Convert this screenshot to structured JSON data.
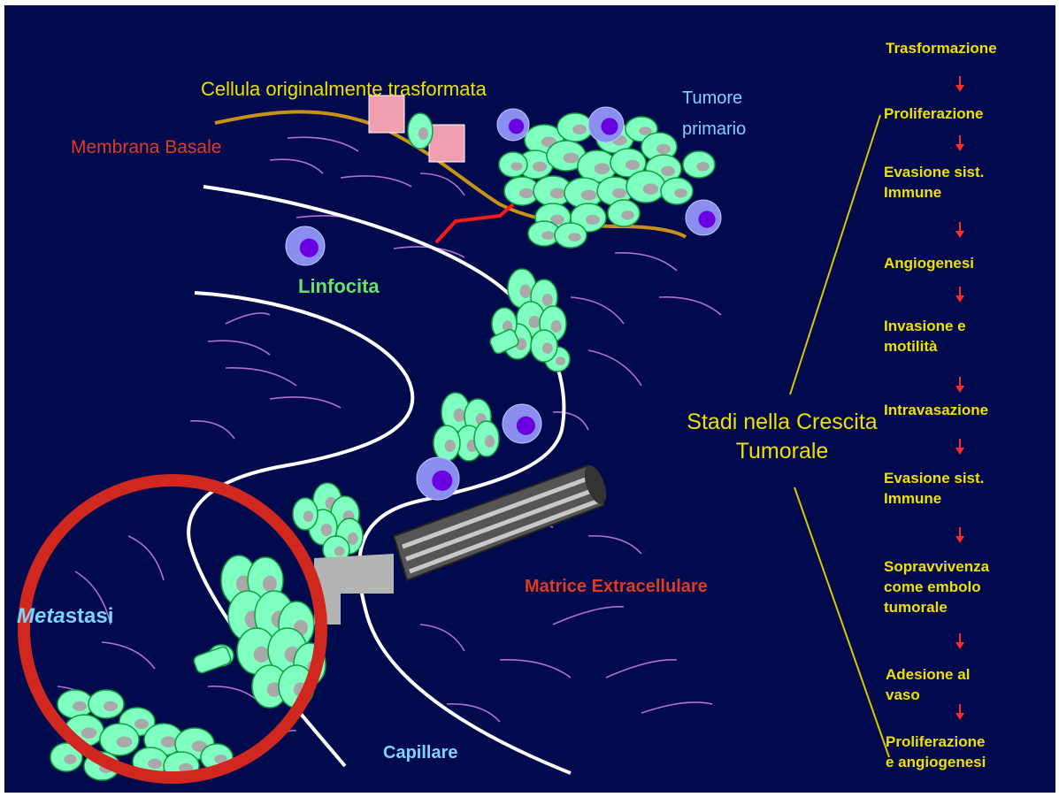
{
  "labels": {
    "cellula": "Cellula originalmente trasformata",
    "membrana": "Membrana Basale",
    "tumore": "Tumore\nprimario",
    "linfocita": "Linfocita",
    "metastasi_prefix": "Meta",
    "metastasi_suffix": "stasi",
    "matrice": "Matrice Extracellulare",
    "capillare": "Capillare",
    "stadi": "Stadi nella Crescita Tumorale"
  },
  "steps": [
    "Trasformazione",
    "Proliferazione",
    "Evasione sist.\nImmune",
    "Angiogenesi",
    "Invasione  e\nmotilità",
    "Intravasazione",
    "Evasione sist.\nImmune",
    "Sopravvivenza\ncome embolo\ntumorale",
    "Adesione al\nvaso",
    "Proliferazione\ne angiogenesi"
  ],
  "colors": {
    "background": "#000a4d",
    "labels_yellow": "#f0e000",
    "labels_red": "#e23a20",
    "labels_cyan": "#7fd3ff",
    "cell_fill": "#7fffc0",
    "nucleus": "#a9a9a9",
    "lymphocyte": "#8a8ef0",
    "lymphocyte_nucleus": "#6a00e0",
    "magnifier_ring": "#d0281e",
    "membrane": "#c8921a",
    "vessel": "#ffffff",
    "fibers": "#b070d0"
  }
}
